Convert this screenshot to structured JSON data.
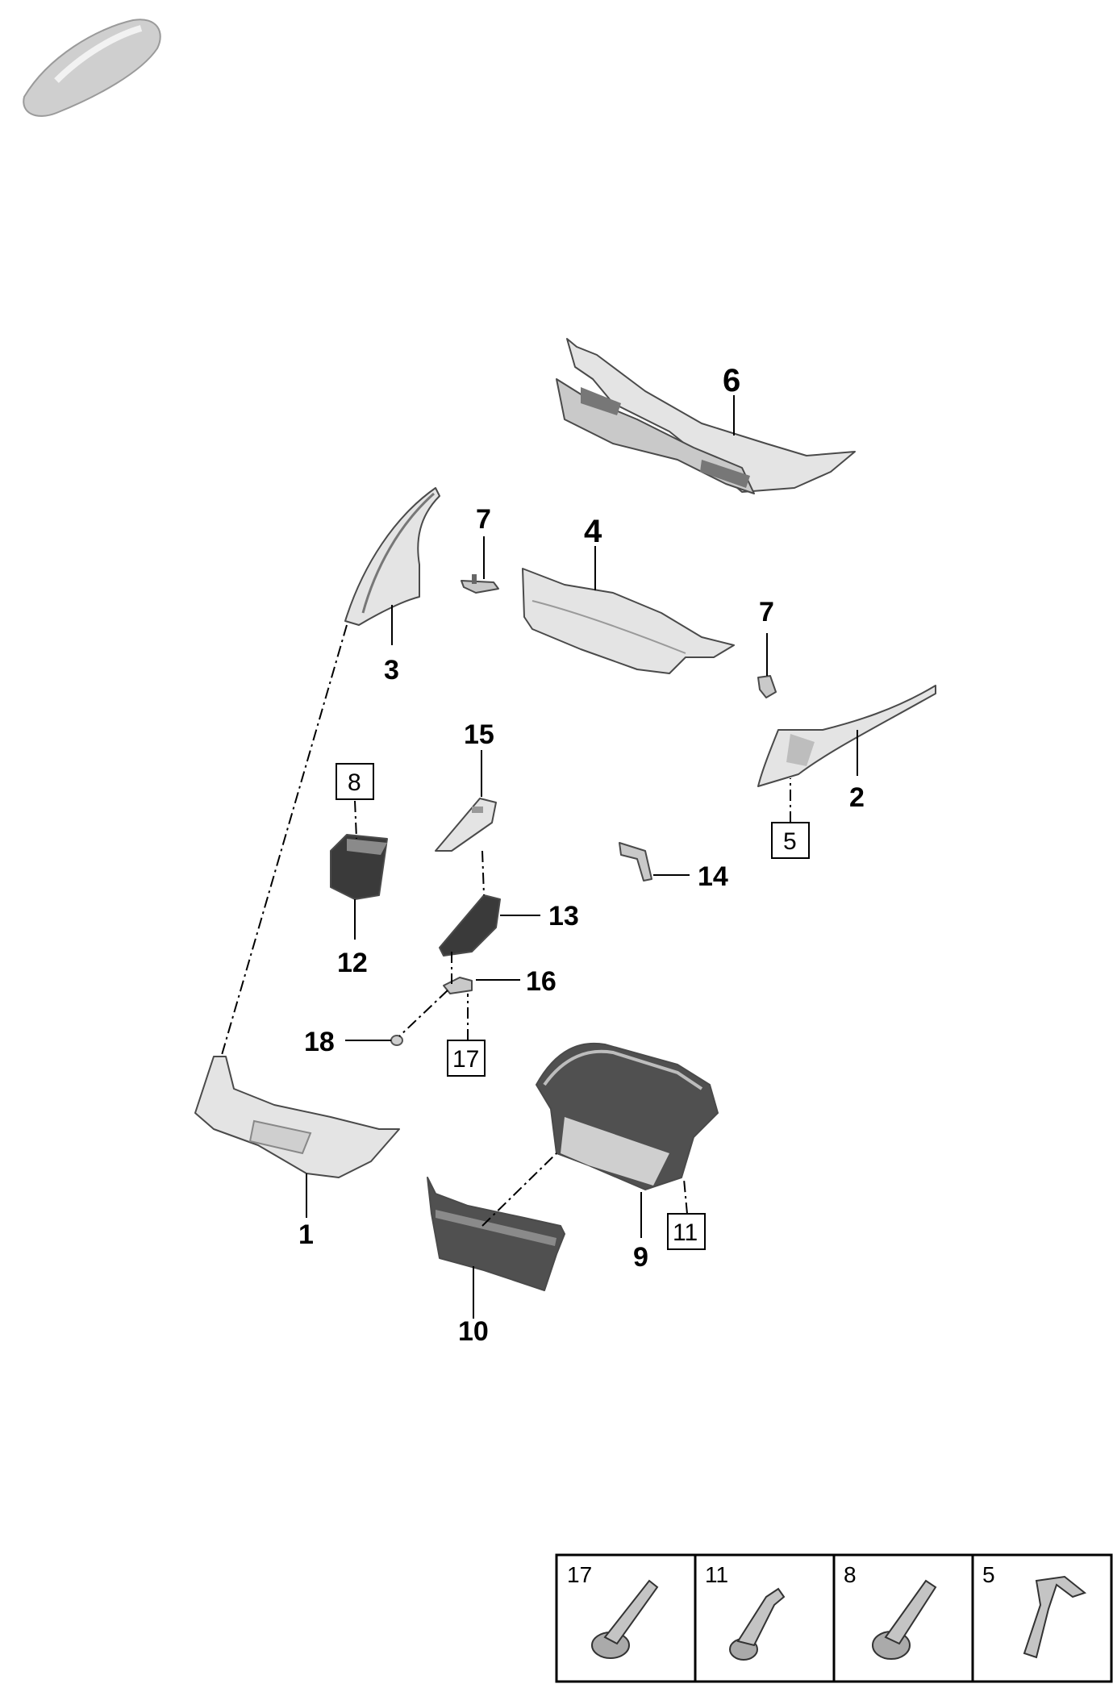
{
  "diagram": {
    "callouts": {
      "c1": "1",
      "c2": "2",
      "c3": "3",
      "c4": "4",
      "c5": "5",
      "c6": "6",
      "c7a": "7",
      "c7b": "7",
      "c8": "8",
      "c9": "9",
      "c10": "10",
      "c11": "11",
      "c12": "12",
      "c13": "13",
      "c14": "14",
      "c15": "15",
      "c16": "16",
      "c17": "17",
      "c18": "18"
    },
    "fastener_table": [
      {
        "number": "17",
        "icon": "bolt-icon"
      },
      {
        "number": "11",
        "icon": "stud-icon"
      },
      {
        "number": "8",
        "icon": "screw-icon"
      },
      {
        "number": "5",
        "icon": "clip-icon"
      }
    ]
  },
  "colors": {
    "part_light": "#e4e4e4",
    "part_dark": "#505050",
    "line": "#000000"
  }
}
